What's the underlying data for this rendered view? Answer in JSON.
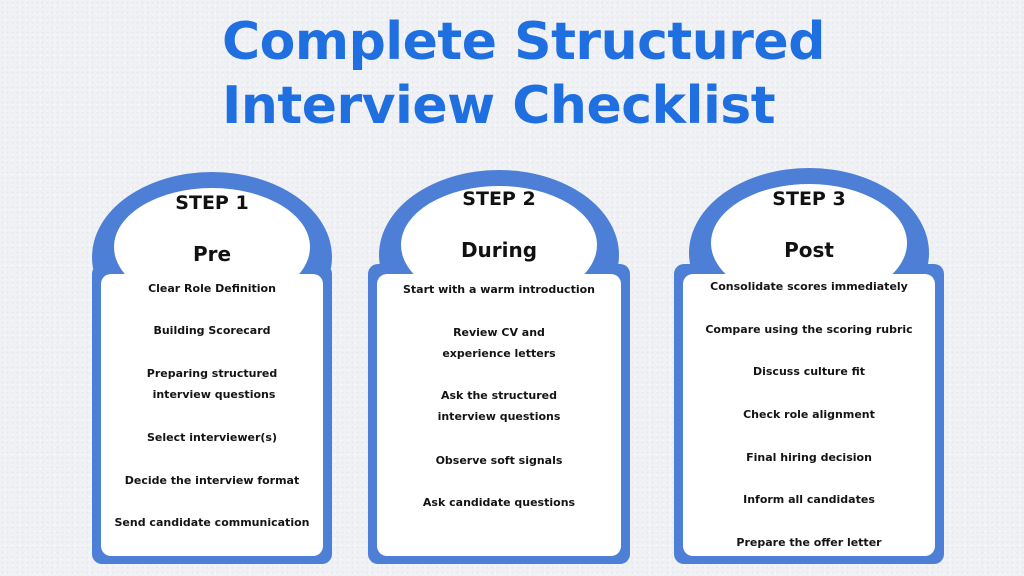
{
  "title": {
    "line1": "Complete Structured",
    "line2": "Interview Checklist"
  },
  "steps": [
    {
      "step": "STEP 1",
      "phase": "Pre",
      "items": [
        "Clear Role Definition",
        "Building Scorecard",
        "Preparing structured",
        "interview questions",
        "Select interviewer(s)",
        "Decide the interview format",
        "Send candidate communication"
      ]
    },
    {
      "step": "STEP 2",
      "phase": "During",
      "items": [
        "Start with a warm introduction",
        "Review CV and",
        "experience letters",
        "Ask the structured",
        "interview questions",
        "Observe soft signals",
        "Ask candidate questions"
      ]
    },
    {
      "step": "STEP 3",
      "phase": "Post",
      "items": [
        "Consolidate scores immediately",
        "Compare using the scoring rubric",
        "Discuss culture fit",
        "Check role alignment",
        "Final hiring decision",
        "Inform all candidates",
        "Prepare the offer letter"
      ]
    }
  ],
  "colors": {
    "title": "#1f6fe0",
    "accent": "#4d7fd6",
    "panel": "#ffffff",
    "background": "#eff1f4"
  }
}
